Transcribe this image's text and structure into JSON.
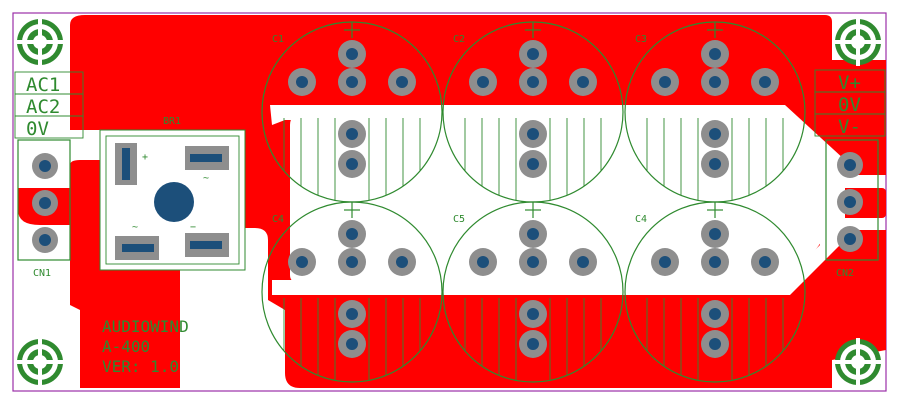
{
  "board": {
    "colors": {
      "copper": "#ff0000",
      "silkscreen": "#2f8a2f",
      "pad": "#8e8e8e",
      "drill": "#1c4f7a",
      "outline": "#9b2fa8",
      "background": "#ffffff"
    },
    "marking": {
      "line1": "AUDIOWIND",
      "line2": "A-400",
      "line3": "VER: 1.0"
    },
    "left_terminals": [
      "AC1",
      "AC2",
      "0V"
    ],
    "right_terminals": [
      "V+",
      "0V",
      "V-"
    ],
    "connectors": {
      "left": "CN1",
      "right": "CN2"
    },
    "bridge": {
      "ref": "BR1",
      "ac_symbol": "~",
      "plus_symbol": "+",
      "minus_symbol": "−"
    },
    "capacitors": [
      {
        "ref": "C1",
        "polarity": "+"
      },
      {
        "ref": "C2",
        "polarity": "+"
      },
      {
        "ref": "C3",
        "polarity": "+"
      },
      {
        "ref": "C4",
        "polarity": "+"
      },
      {
        "ref": "C5",
        "polarity": "+"
      },
      {
        "ref": "C4",
        "polarity": "+"
      }
    ]
  }
}
